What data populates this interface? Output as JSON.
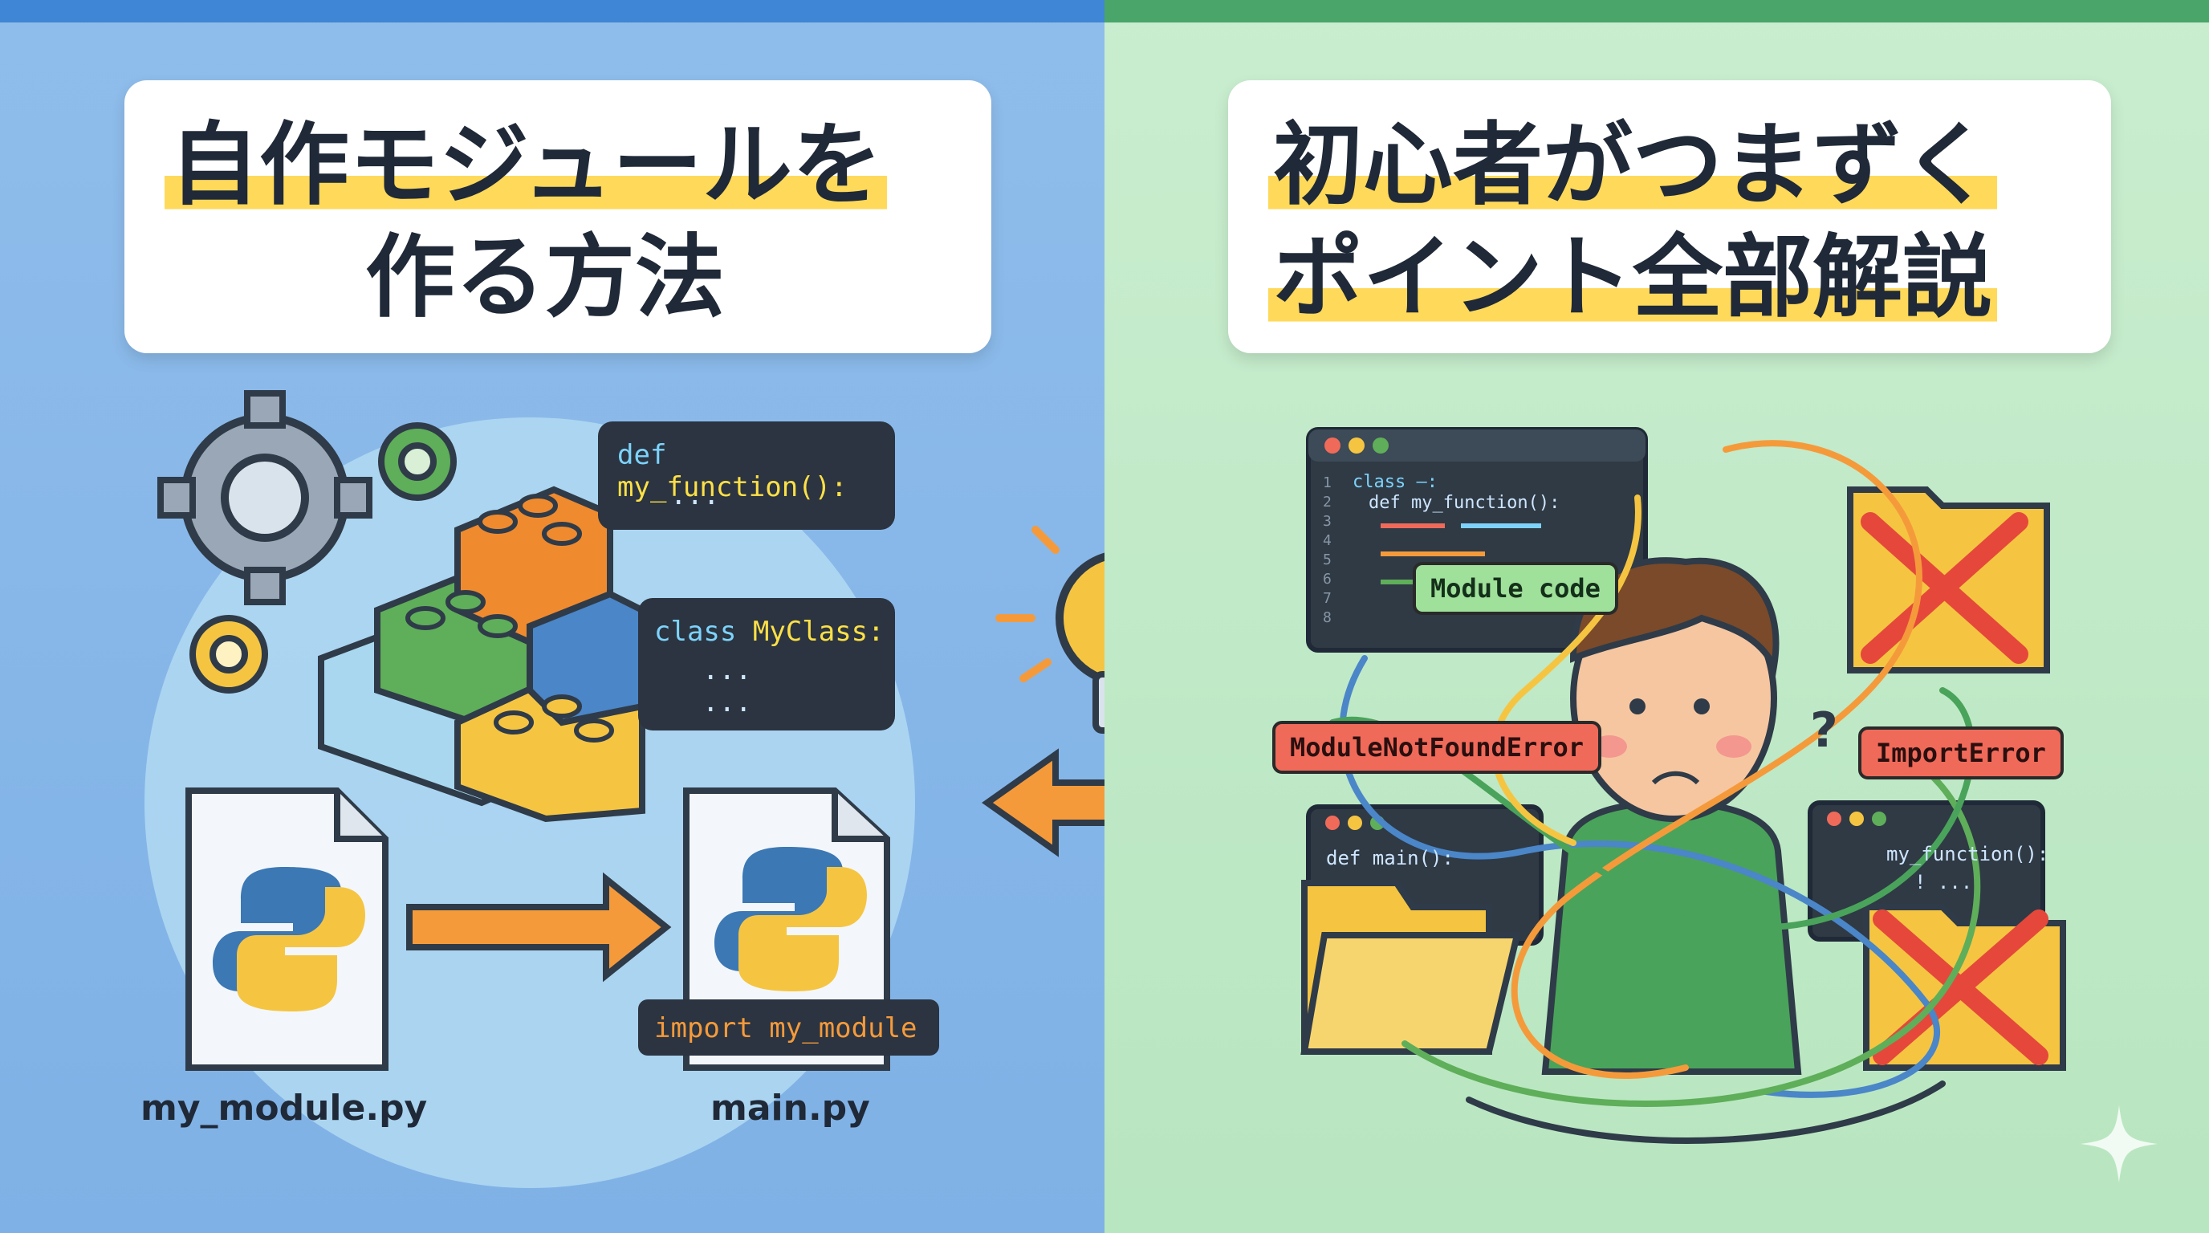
{
  "left_panel": {
    "title_line1": "自作モジュールを",
    "title_line2": "作る方法",
    "code_snippet_1": {
      "keyword": "def",
      "name": "my_function():",
      "body": "..."
    },
    "code_snippet_2": {
      "keyword": "class",
      "name": "MyClass:",
      "body1": "...",
      "body2": "..."
    },
    "file_module_label": "my_module.py",
    "file_main_label": "main.py",
    "import_text": "import my_module"
  },
  "right_panel": {
    "title_line1": "初心者がつまずく",
    "title_line2": "ポイント全部解説",
    "editor_code": {
      "line1": "class ―:",
      "line2": "def my_function():",
      "line_numbers": [
        "1",
        "2",
        "3",
        "4",
        "5",
        "6",
        "7",
        "8"
      ]
    },
    "module_code_label": "Module code",
    "error_module_not_found": "ModuleNotFoundError",
    "error_import": "ImportError",
    "question_mark": "?",
    "small_editor_left": "def main():",
    "small_editor_right": "my_function():",
    "small_editor_right_sub": "! ..."
  },
  "colors": {
    "left_bg": "#8fbdeb",
    "right_bg": "#c9edcf",
    "accent_yellow": "#ffd95a",
    "arrow_orange": "#f59a3b",
    "error_red": "#f06a5a"
  },
  "icons": [
    "gear-icon",
    "lego-bricks-icon",
    "python-logo-icon",
    "lightbulb-icon",
    "arrow-icon",
    "folder-icon",
    "x-mark-icon",
    "sparkle-icon"
  ]
}
